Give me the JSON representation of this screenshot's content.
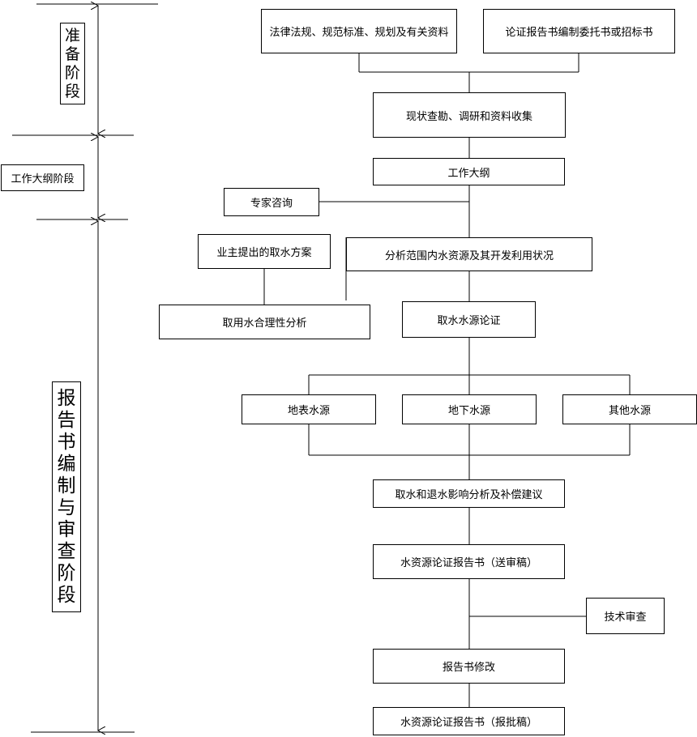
{
  "stages": {
    "prep": [
      "准",
      "备",
      "阶",
      "段"
    ],
    "outline": "工作大纲阶段",
    "report": [
      "报",
      "告",
      "书",
      "编",
      "制",
      "与",
      "审",
      "查",
      "阶",
      "段"
    ]
  },
  "nodes": {
    "laws": "法律法规、规范标准、规划及有关资料",
    "commission": "论证报告书编制委托书或招标书",
    "survey": "现状查勘、调研和资料收集",
    "outline": "工作大纲",
    "expert": "专家咨询",
    "owner_plan": "业主提出的取水方案",
    "analysis_scope": "分析范围内水资源及其开发利用状况",
    "rationality": "取用水合理性分析",
    "source_demo": "取水水源论证",
    "surface": "地表水源",
    "ground": "地下水源",
    "other": "其他水源",
    "impact": "取水和退水影响分析及补偿建议",
    "report_draft": "水资源论证报告书（送审稿）",
    "tech_review": "技术审查",
    "revise": "报告书修改",
    "report_final": "水资源论证报告书（报批稿）"
  }
}
